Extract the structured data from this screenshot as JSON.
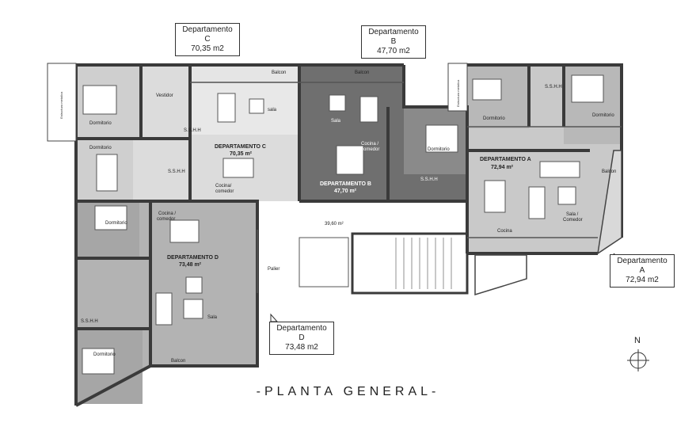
{
  "title": "-PLANTA GENERAL-",
  "north": "N",
  "callouts": {
    "a": {
      "name": "Departamento A",
      "area": "72,94 m2"
    },
    "b": {
      "name": "Departamento B",
      "area": "47,70 m2"
    },
    "c": {
      "name": "Departamento C",
      "area": "70,35 m2"
    },
    "d": {
      "name": "Departamento D",
      "area": "73,48 m2"
    }
  },
  "apartments": {
    "a": {
      "name": "DEPARTAMENTO A",
      "area": "72,94 m²"
    },
    "b": {
      "name": "DEPARTAMENTO B",
      "area": "47,70 m²"
    },
    "c": {
      "name": "DEPARTAMENTO C",
      "area": "70,35 m²"
    },
    "d": {
      "name": "DEPARTAMENTO D",
      "area": "73,48 m²"
    }
  },
  "rooms": {
    "balcon": "Balcon",
    "dormitorio": "Dormitorio",
    "vestidor": "Vestidor",
    "sala": "Sala",
    "sala_lower": "sala",
    "cocina": "Cocina",
    "cocina_comedor_1": "Cocina /",
    "cocina_comedor_2": "comedor",
    "cocina_comedor_slash": "Cocina/",
    "sala_comedor_1": "Sala /",
    "sala_comedor_2": "Comedor",
    "sshh": "S.S.H.H",
    "palier": "Palier",
    "common_area": "39,60 m²",
    "ext_note_1": "Estructura metalica",
    "ext_note_2": "Estructura metalica"
  },
  "colors": {
    "dept_a": "#c9c9c9",
    "dept_b": "#6f6f6f",
    "dept_c": "#dcdcdc",
    "dept_d": "#b3b3b3",
    "wall": "#3a3a3a",
    "common": "#ffffff"
  }
}
